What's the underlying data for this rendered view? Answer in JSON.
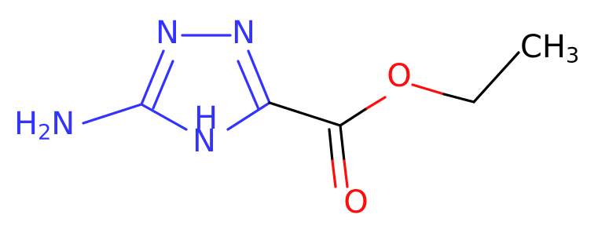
{
  "molecule": {
    "colors": {
      "carbon": "#000000",
      "nitrogen": "#3333ff",
      "oxygen": "#ff0d0d",
      "background": "#ffffff"
    },
    "atoms": {
      "n1": {
        "symbol": "N"
      },
      "n2": {
        "symbol": "N"
      },
      "nh": {
        "symbol": "N",
        "h": "H"
      },
      "nh2": {
        "symbol": "N",
        "h": "H",
        "sub": "2"
      },
      "o_ester": {
        "symbol": "O"
      },
      "o_carbonyl": {
        "symbol": "O"
      },
      "ch3": {
        "symbol": "CH",
        "sub": "3"
      }
    }
  }
}
